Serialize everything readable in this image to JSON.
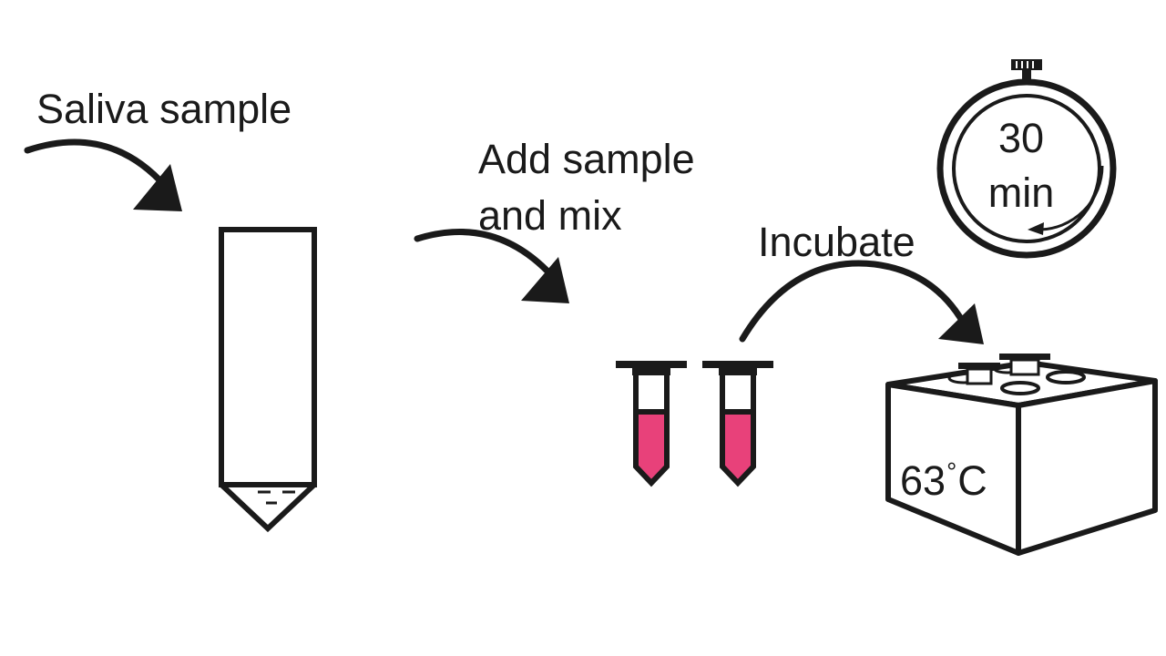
{
  "steps": {
    "sample": {
      "label": "Saliva sample"
    },
    "mix": {
      "line1": "Add sample",
      "line2": "and mix"
    },
    "incubate": {
      "label": "Incubate"
    }
  },
  "timer": {
    "value": "30",
    "unit": "min"
  },
  "heat_block": {
    "value": "63",
    "unit": "C",
    "degree_symbol": "°"
  },
  "colors": {
    "ink": "#1a1a1a",
    "liquid": "#e8417a",
    "background": "#ffffff"
  }
}
